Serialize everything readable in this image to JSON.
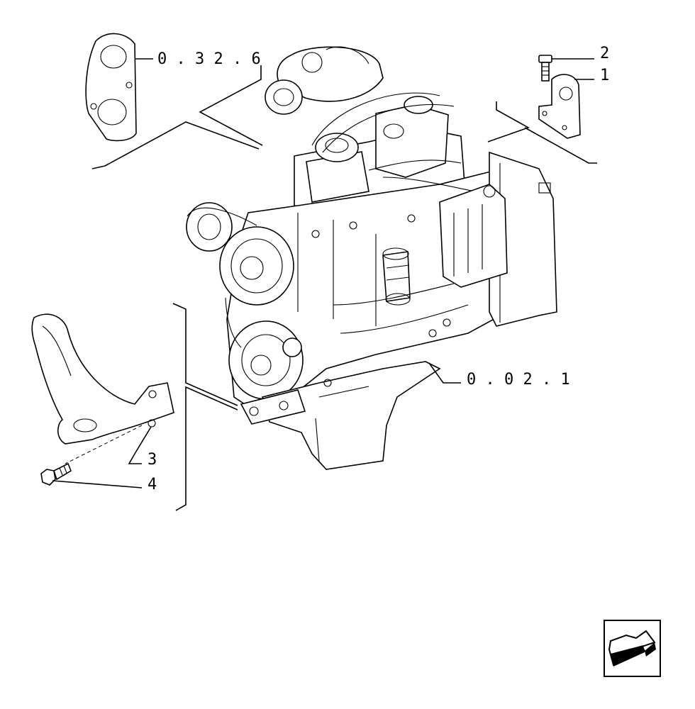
{
  "callouts": {
    "ref_0326": "0 . 3 2 . 6",
    "ref_0021": "0 . 0 2 . 1",
    "item_1": "1",
    "item_2": "2",
    "item_3": "3",
    "item_4": "4"
  },
  "navigation": {
    "icon": "next-page-arrow-icon"
  }
}
